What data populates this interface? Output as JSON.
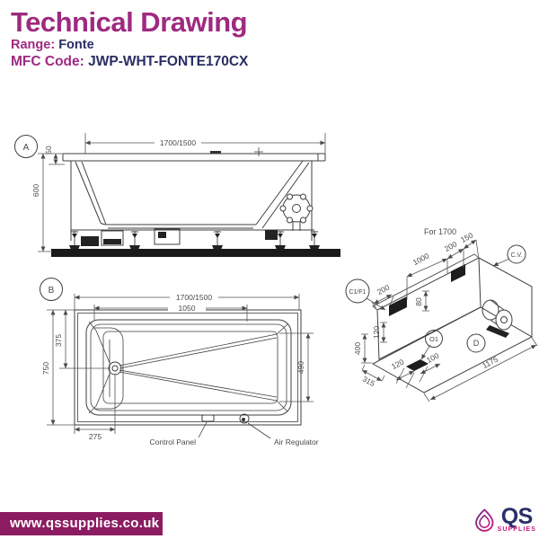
{
  "header": {
    "title": "Technical Drawing",
    "range_label": "Range:",
    "range_value": "Fonte",
    "mfc_label": "MFC Code:",
    "mfc_value": "JWP-WHT-FONTE170CX"
  },
  "side_view": {
    "label": "A",
    "dim_length": "1700/1500",
    "dim_rim": "50",
    "dim_height": "600"
  },
  "plan_view": {
    "label": "B",
    "dim_length": "1700/1500",
    "dim_inner_length": "1050",
    "dim_drain_center": "375",
    "dim_width": "750",
    "dim_inner_width": "490",
    "dim_drain_offset": "275",
    "label_control_panel": "Control Panel",
    "label_air_regulator": "Air Regulator"
  },
  "install_view": {
    "title": "For 1700",
    "callout_wall": "C1/F1",
    "callout_cv": "C.V.",
    "callout_outlet": "O1",
    "callout_drain": "D",
    "dim_1000": "1000",
    "dim_200_top": "200",
    "dim_150": "150",
    "dim_200_left": "200",
    "dim_80": "80",
    "dim_120_wall": "120",
    "dim_400": "400",
    "dim_315": "315",
    "dim_120_floor": "120",
    "dim_100": "100",
    "dim_1175": "1175"
  },
  "footer": {
    "website": "www.qssupplies.co.uk",
    "logo_qs": "QS",
    "logo_supplies": "SUPPLIES"
  },
  "colors": {
    "magenta": "#9E2A80",
    "navy": "#292D63",
    "banner": "#8C1C62",
    "logo_magenta": "#C4157C",
    "line": "#3F3F3F"
  }
}
